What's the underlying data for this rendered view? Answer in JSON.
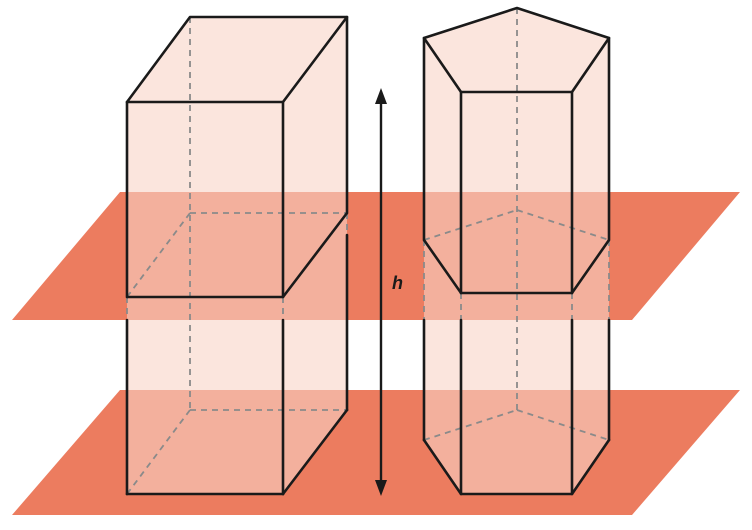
{
  "diagram": {
    "height_label": "h"
  },
  "colors": {
    "plane": "#ec7c5f",
    "solid_face": "#f9d3c7",
    "edge": "#1a1a1a",
    "hidden_edge": "#8a8a8a"
  },
  "shapes": [
    "rectangular-prism",
    "pentagonal-prism"
  ]
}
